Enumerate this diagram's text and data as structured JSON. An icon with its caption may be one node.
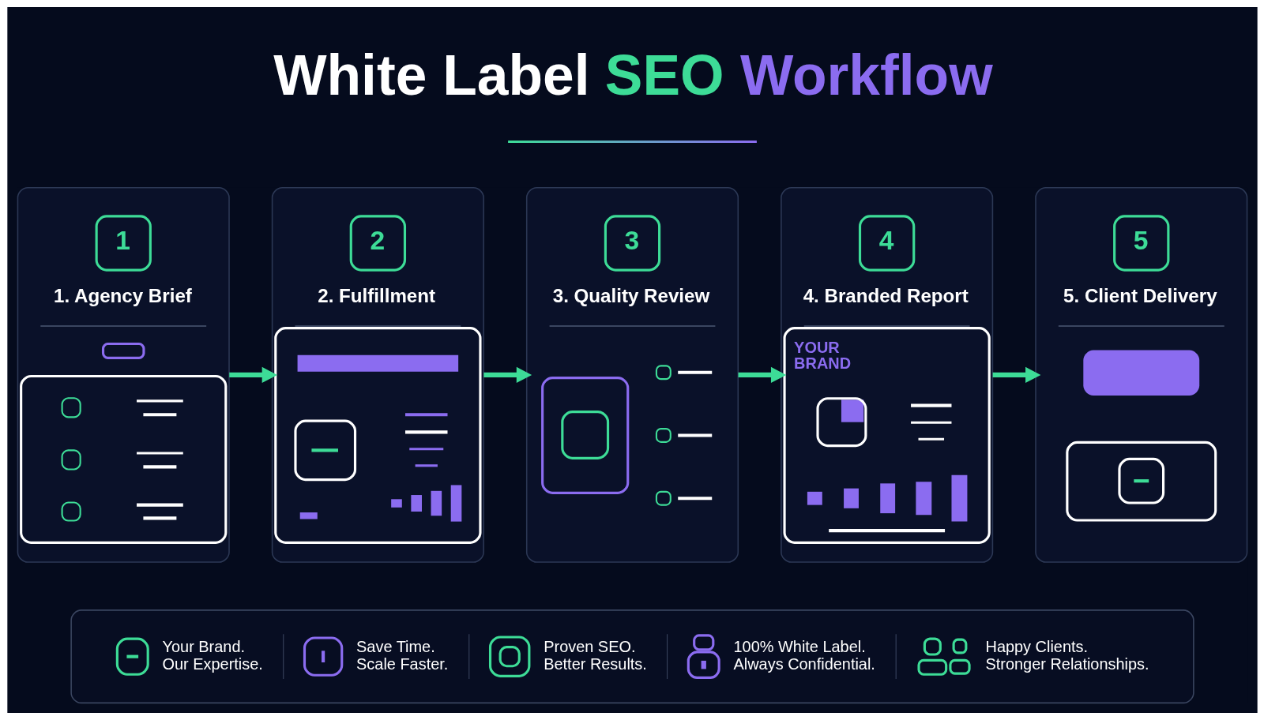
{
  "diagram": {
    "title": "White Label SEO Workflow",
    "nodes": [
      {
        "text": [
          "1",
          "1. Agency Brief"
        ]
      },
      {
        "text": [
          "2",
          "2. Fulfillment"
        ]
      },
      {
        "text": [
          "3",
          "3. Quality Review"
        ]
      },
      {
        "text": [
          "4",
          "4. Branded Report",
          "YOUR BRAND"
        ]
      },
      {
        "text": [
          "5",
          "5. Client Delivery"
        ]
      },
      {
        "text": [
          "Your Brand. Our Expertise.",
          "Save Time. Scale Faster.",
          "Proven SEO. Better Results.",
          "100% White Label. Always Confidential.",
          "Happy Clients. Stronger Relationships."
        ]
      }
    ],
    "edges": [
      {
        "from": 0,
        "to": 1,
        "arrow": "to"
      },
      {
        "from": 1,
        "to": 2,
        "arrow": "to"
      },
      {
        "from": 2,
        "to": 3,
        "arrow": "to"
      },
      {
        "from": 3,
        "to": 4,
        "arrow": "to"
      }
    ]
  }
}
